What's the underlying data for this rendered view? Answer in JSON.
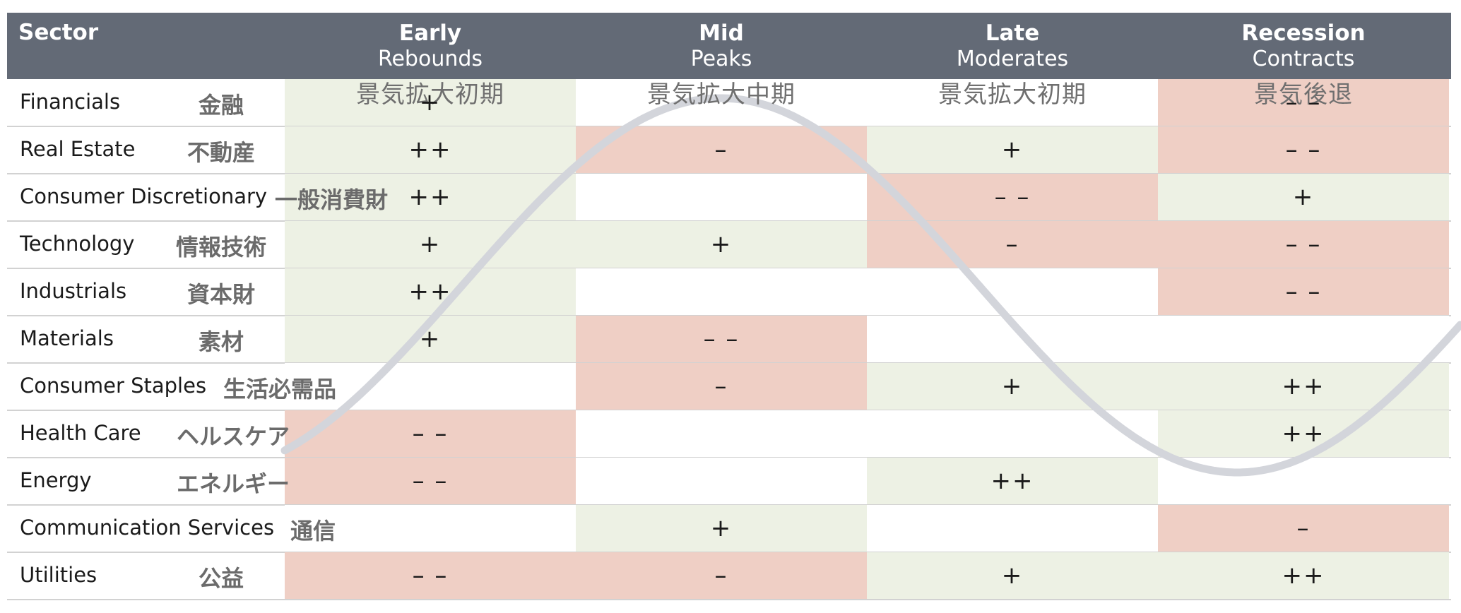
{
  "colors": {
    "header_bg": "#636a76",
    "positive": "#edf1e4",
    "negative": "#efcfc5",
    "neutral": "#ffffff",
    "curve": "#d3d5db"
  },
  "chart_data": {
    "type": "table",
    "sector_header": "Sector",
    "phases": [
      {
        "name": "Early",
        "sub": "Rebounds",
        "ja": "景気拡大初期"
      },
      {
        "name": "Mid",
        "sub": "Peaks",
        "ja": "景気拡大中期"
      },
      {
        "name": "Late",
        "sub": "Moderates",
        "ja": "景気拡大初期"
      },
      {
        "name": "Recession",
        "sub": "Contracts",
        "ja": "景気後退"
      }
    ],
    "rows": [
      {
        "sector": "Financials",
        "ja": "金融",
        "values": [
          "+",
          "",
          "",
          "– –"
        ]
      },
      {
        "sector": "Real Estate",
        "ja": "不動産",
        "values": [
          "++",
          "–",
          "+",
          "– –"
        ]
      },
      {
        "sector": "Consumer Discretionary",
        "ja": "一般消費財",
        "values": [
          "++",
          "",
          "– –",
          "+"
        ]
      },
      {
        "sector": "Technology",
        "ja": "情報技術",
        "values": [
          "+",
          "+",
          "–",
          "– –"
        ]
      },
      {
        "sector": "Industrials",
        "ja": "資本財",
        "values": [
          "++",
          "",
          "",
          "– –"
        ]
      },
      {
        "sector": "Materials",
        "ja": "素材",
        "values": [
          "+",
          "– –",
          "",
          ""
        ]
      },
      {
        "sector": "Consumer Staples",
        "ja": "生活必需品",
        "values": [
          "",
          "–",
          "+",
          "++"
        ]
      },
      {
        "sector": "Health Care",
        "ja": "ヘルスケア",
        "values": [
          "– –",
          "",
          "",
          "++"
        ]
      },
      {
        "sector": "Energy",
        "ja": "エネルギー",
        "values": [
          "– –",
          "",
          "++",
          ""
        ]
      },
      {
        "sector": "Communication Services",
        "ja": "通信",
        "values": [
          "",
          "+",
          "",
          "–"
        ]
      },
      {
        "sector": "Utilities",
        "ja": "公益",
        "values": [
          "– –",
          "–",
          "+",
          "++"
        ]
      }
    ]
  }
}
